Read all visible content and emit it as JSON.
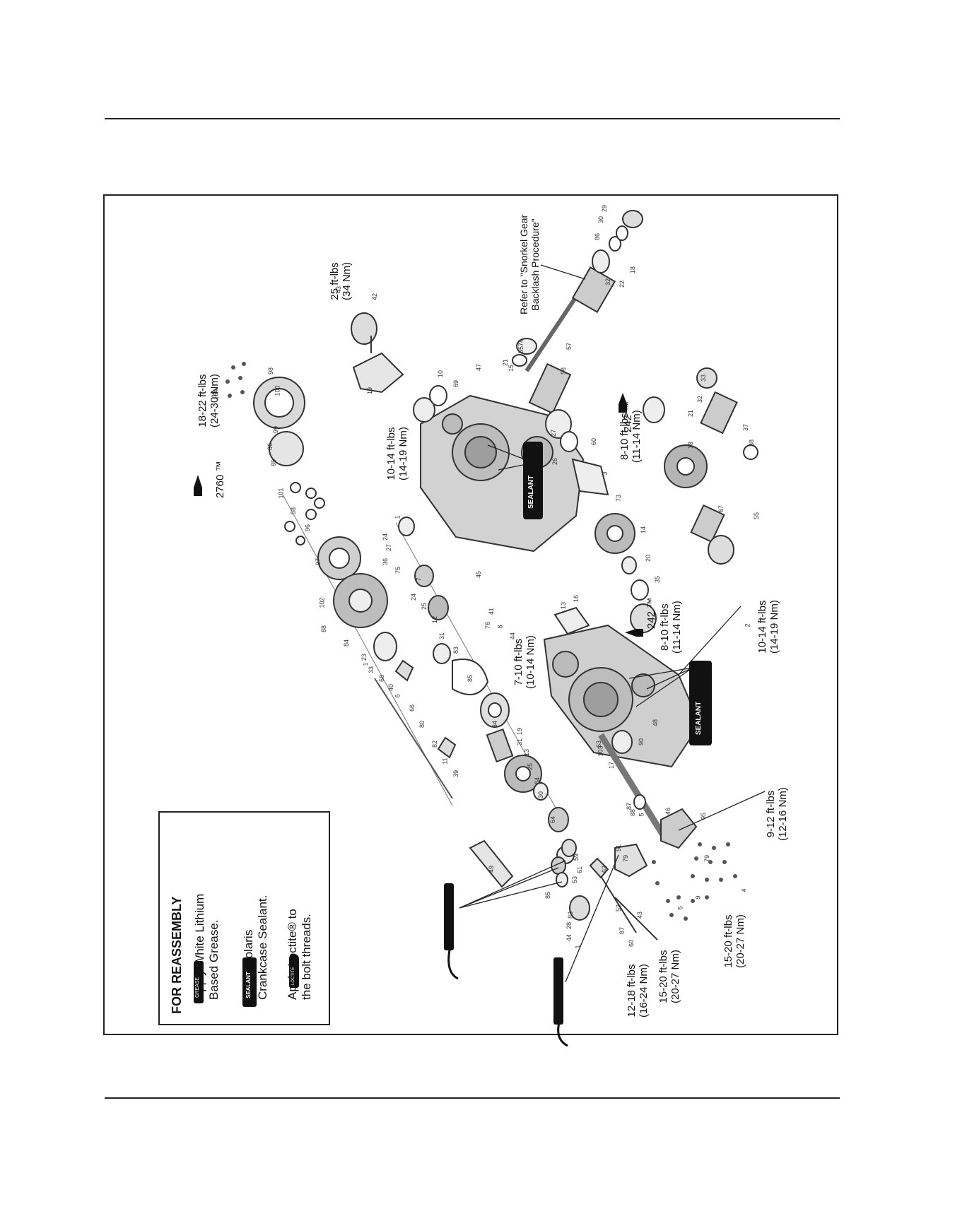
{
  "legend": {
    "title": "FOR REASSEMBLY",
    "grease": "Apply White Lithium Based Grease.",
    "grease_l1": "Apply White Lithium",
    "grease_l2": "Based Grease.",
    "sealant_l1": "Apply Polaris",
    "sealant_l2": "Crankcase Sealant.",
    "loctite_l1": "Apply Loctite® to",
    "loctite_l2": "the bolt threads.",
    "grease_tube_text": "GREASE",
    "sealant_tube_text": "SEALANT",
    "loctite_bottle_text": "LOCTITE"
  },
  "torques": {
    "t1_a": "25 ft-lbs",
    "t1_b": "(34 Nm)",
    "t2_a": "18-22 ft-lbs",
    "t2_b": "(24-30 Nm)",
    "t3_a": "10-14 ft-lbs",
    "t3_b": "(14-19 Nm)",
    "t4_a": "8-10 ft-lbs",
    "t4_b": "(11-14 Nm)",
    "t5_a": "8-10 ft-lbs",
    "t5_b": "(11-14 Nm)",
    "t6_a": "10-14 ft-lbs",
    "t6_b": "(14-19 Nm)",
    "t7_a": "7-10 ft-lbs",
    "t7_b": "(10-14 Nm)",
    "t8_a": "9-12 ft-lbs",
    "t8_b": "(12-16 Nm)",
    "t9_a": "15-20 ft-lbs",
    "t9_b": "(20-27 Nm)",
    "t10_a": "15-20 ft-lbs",
    "t10_b": "(20-27 Nm)",
    "t11_a": "12-18 ft-lbs",
    "t11_b": "(16-24 Nm)"
  },
  "loctite_marks": {
    "m2760": "2760 ™",
    "m242a": "242 ™",
    "m242b": "242 ™"
  },
  "snorkel_note_l1": "Refer to \"Snorkel Gear",
  "snorkel_note_l2": "Backlash Procedure\"",
  "sealant_callout_text": "SEALANT",
  "part_numbers": [
    "104",
    "98",
    "100",
    "99",
    "86",
    "85",
    "101",
    "58",
    "96",
    "97",
    "102",
    "88",
    "84",
    "23",
    "1",
    "33",
    "68",
    "40",
    "6",
    "66",
    "80",
    "82",
    "11",
    "39",
    "24",
    "27",
    "36",
    "75",
    "7",
    "24",
    "25",
    "12",
    "31",
    "83",
    "85",
    "34",
    "19",
    "31",
    "13",
    "25",
    "64",
    "30",
    "64",
    "41",
    "78",
    "8",
    "44",
    "45",
    "1",
    "47",
    "69",
    "10",
    "21",
    "15",
    "55",
    "74",
    "57",
    "32",
    "22",
    "18",
    "86",
    "30",
    "29",
    "43",
    "42",
    "19",
    "58",
    "27",
    "26",
    "60",
    "3",
    "73",
    "14",
    "20",
    "35",
    "2",
    "13",
    "16",
    "63",
    "103",
    "17",
    "90",
    "48",
    "87",
    "88",
    "5",
    "46",
    "95",
    "79",
    "51",
    "62",
    "53",
    "61",
    "59",
    "49",
    "85",
    "83",
    "28",
    "44",
    "1",
    "79",
    "52",
    "87",
    "60",
    "43",
    "5",
    "4",
    "9",
    "37",
    "38",
    "33",
    "32",
    "21",
    "18",
    "67",
    "55",
    "35"
  ]
}
